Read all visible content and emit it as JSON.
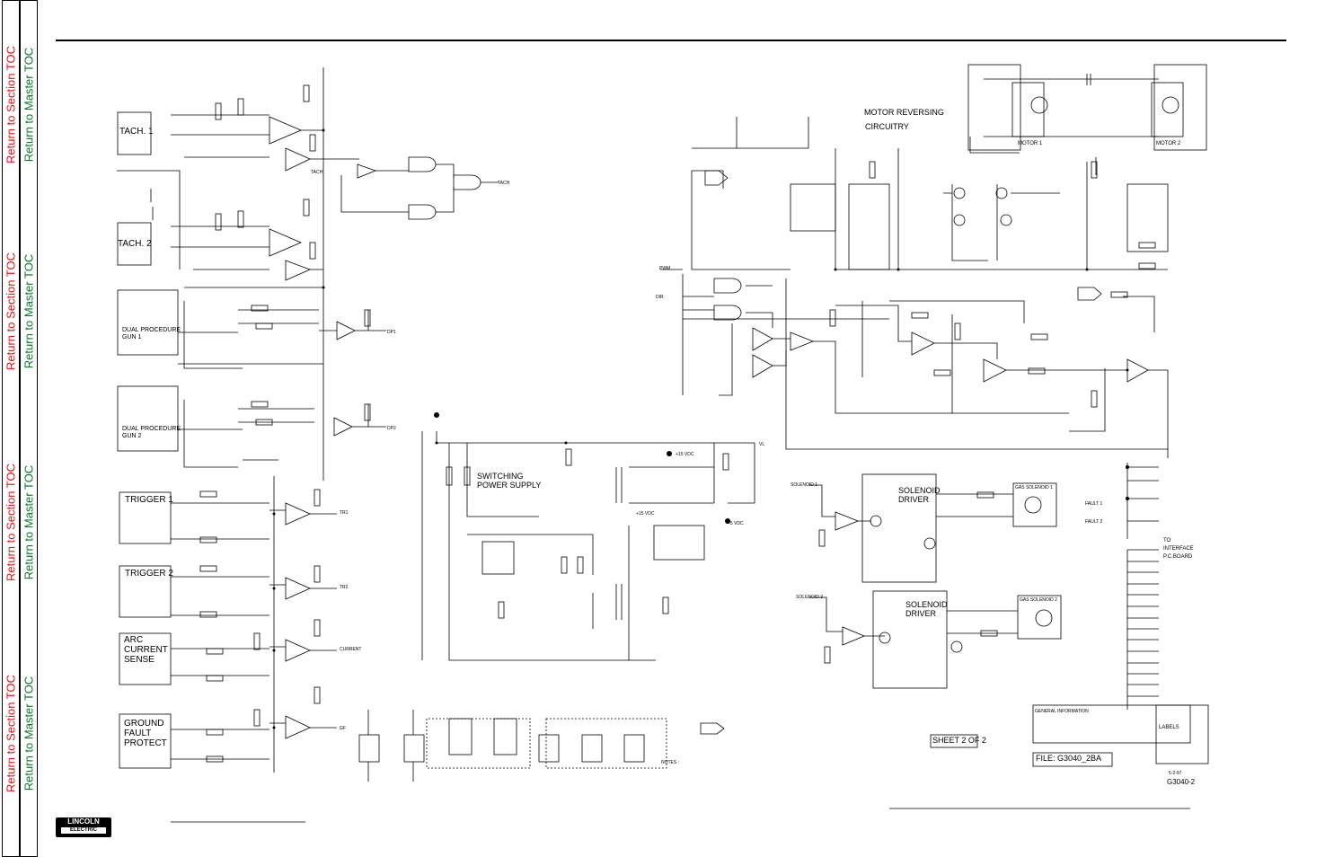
{
  "nav": {
    "section_toc": "Return to Section TOC",
    "master_toc": "Return to Master TOC"
  },
  "blocks": {
    "tach1": "TACH. 1",
    "tach2": "TACH. 2",
    "dual_gun1": "DUAL PROCEDURE\nGUN 1",
    "dual_gun2": "DUAL PROCEDURE\nGUN 2",
    "trigger1": "TRIGGER 1",
    "trigger2": "TRIGGER 2",
    "arc_current": "ARC\nCURRENT\nSENSE",
    "ground_fault": "GROUND\nFAULT\nPROTECT",
    "switching_ps": "SWITCHING\nPOWER SUPPLY",
    "motor_reversing": "MOTOR REVERSING",
    "circuitry": "CIRCUITRY",
    "motor1": "MOTOR 1",
    "motor2": "MOTOR 2",
    "solenoid_driver1": "SOLENOID\nDRIVER",
    "solenoid_driver2": "SOLENOID\nDRIVER",
    "gas_solenoid1": "GAS SOLENOID 1",
    "gas_solenoid2": "GAS SOLENOID 2",
    "to_interface": "TO\nINTERFACE\nP.C.BOARD"
  },
  "signals": {
    "tach": "TACH",
    "tach_bar": "TACH",
    "dp1": "DP1",
    "dp2": "DP2",
    "tr1": "TR1",
    "tr2": "TR2",
    "current": "CURRENT",
    "gf": "GF",
    "fault1": "FAULT 1",
    "fault2": "FAULT 2",
    "solenoid1": "SOLENOID 1",
    "solenoid2": "SOLENOID 2",
    "plus15vdc": "+15 VDC",
    "plus5vdc": "+5 VDC",
    "plus15vdc_b": "+15 VDC",
    "vl": "VL",
    "pwm": "PWM",
    "dir": "DIR"
  },
  "title_block": {
    "sheet": "SHEET 2 OF 2",
    "file": "FILE: G3040_2BA",
    "date": "5-2-97",
    "drawing_no": "G3040-2",
    "general_info": "GENERAL INFORMATION",
    "labels": "LABELS",
    "notes": "NOTES :"
  },
  "logo": {
    "brand": "LINCOLN",
    "sub": "ELECTRIC"
  }
}
